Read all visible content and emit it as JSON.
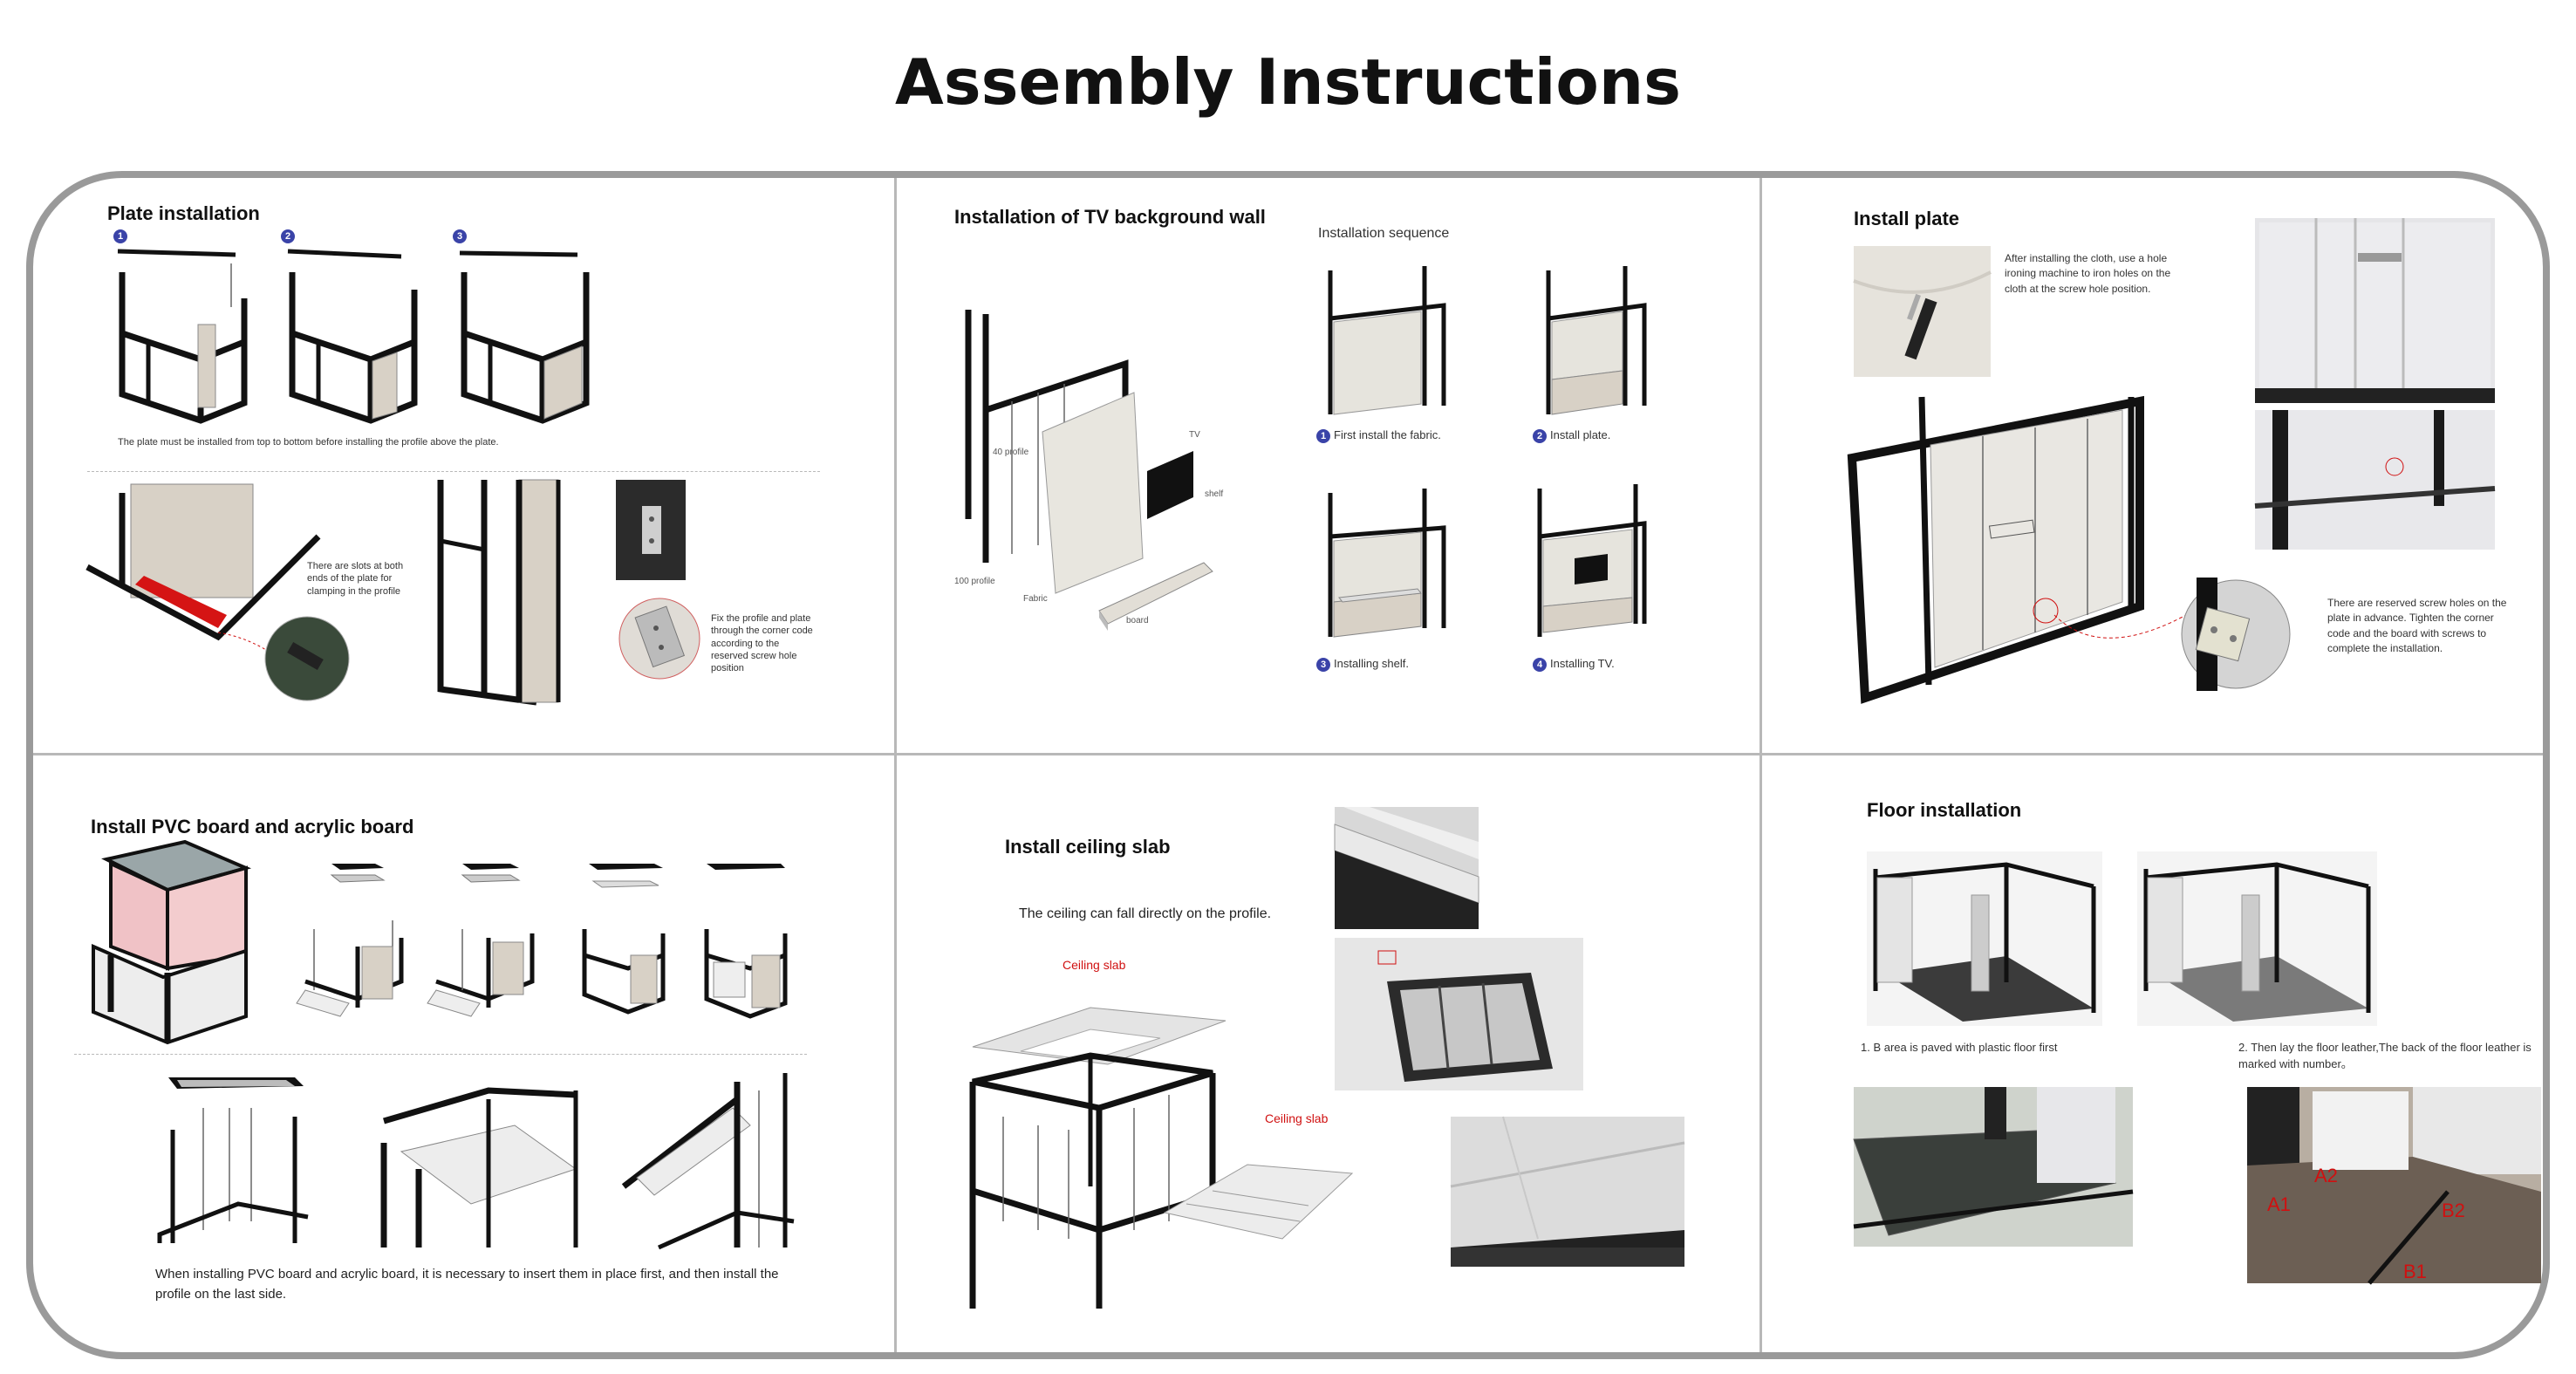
{
  "title": "Assembly Instructions",
  "sections": {
    "plate": {
      "title": "Plate installation",
      "steps": [
        "1",
        "2",
        "3"
      ],
      "note_top": "The plate must be installed from top to bottom before installing the profile above the plate.",
      "note_slots": "There are slots at both ends of the plate for clamping in the profile",
      "note_fix": "Fix the profile and plate through the corner code according to the reserved screw hole position"
    },
    "tv": {
      "title": "Installation of TV background wall",
      "sequence_title": "Installation sequence",
      "labels": {
        "profile40": "40 profile",
        "tv": "TV",
        "shelf": "shelf",
        "profile100": "100 profile",
        "fabric": "Fabric",
        "board": "board"
      },
      "steps": [
        {
          "num": "1",
          "text": "First install the fabric."
        },
        {
          "num": "2",
          "text": "Install plate."
        },
        {
          "num": "3",
          "text": "Installing shelf."
        },
        {
          "num": "4",
          "text": "Installing TV."
        }
      ]
    },
    "install_plate": {
      "title": "Install plate",
      "note_cloth": "After installing the cloth, use a hole ironing machine to iron holes on the cloth at the screw hole position.",
      "note_screw": "There are reserved screw holes on the plate in advance. Tighten the corner code and the board with screws to complete the installation."
    },
    "pvc": {
      "title": "Install PVC board and acrylic board",
      "note": "When installing PVC board and acrylic board, it is necessary to insert them in place first, and then install the profile on the last side."
    },
    "ceiling": {
      "title": "Install ceiling slab",
      "note": "The ceiling can fall directly on the profile.",
      "label_a": "Ceiling slab",
      "label_b": "Ceiling slab"
    },
    "floor": {
      "title": "Floor installation",
      "note1": "1. B area is paved with plastic floor first",
      "note2": "2. Then lay the floor leather,The back of the floor leather is marked with number。",
      "markers": [
        "A1",
        "A2",
        "B2",
        "B1"
      ]
    }
  },
  "colors": {
    "frame": "#9a9a9a",
    "divider": "#b8b8b8",
    "accent_red": "#d01010",
    "step_badge": "#3a43a8"
  }
}
